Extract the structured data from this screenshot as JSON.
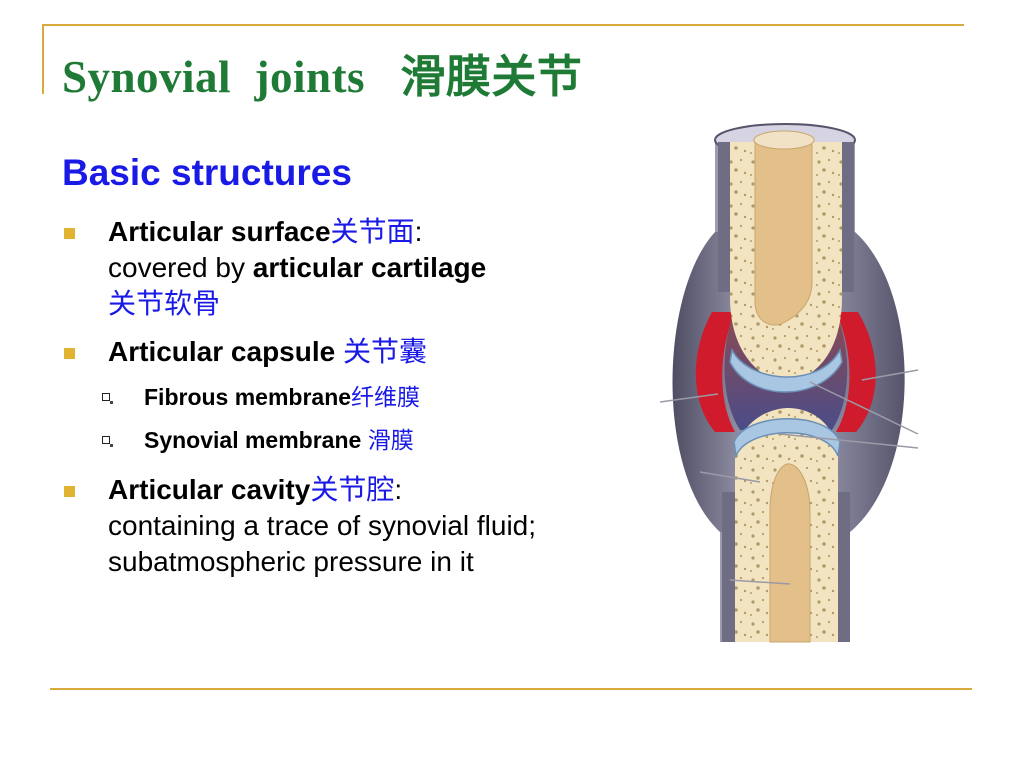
{
  "title": "Synovial  joints   滑膜关节",
  "subheading": "Basic structures",
  "bullets": {
    "surface": {
      "term": "Articular surface",
      "term_zh": "关节面",
      "colon": ":",
      "text_prefix": "covered by ",
      "detail": "articular cartilage",
      "detail_zh": "关节软骨"
    },
    "capsule": {
      "term": "Articular capsule ",
      "term_zh": "关节囊",
      "sub": [
        {
          "term": "Fibrous membrane",
          "term_zh": "纤维膜"
        },
        {
          "term": "Synovial membrane ",
          "term_zh": "滑膜"
        }
      ]
    },
    "cavity": {
      "term": "Articular cavity",
      "term_zh": "关节腔",
      "colon": ":",
      "text": "containing a trace of synovial fluid; subatmospheric pressure in it"
    }
  },
  "colors": {
    "title": "#1f7a36",
    "subheading": "#1a1ae6",
    "bullet": "#e0b331",
    "rule": "#d9a93b",
    "bone": "#f2e4c0",
    "cartilage": "#a9c6e3",
    "capsule": "#6c6b80",
    "synovial": "#cf1b2b",
    "marrow": "#e3bf8a"
  }
}
